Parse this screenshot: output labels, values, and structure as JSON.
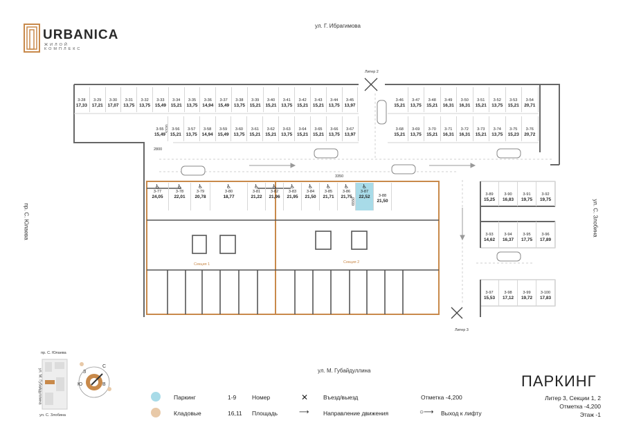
{
  "brand": {
    "name": "URBANICA",
    "subtitle": "ЖИЛОЙ КОМПЛЕКС"
  },
  "streets": {
    "top": "ул. Г. Ибрагимова",
    "bottom": "ул. М. Губайдуллина",
    "left": "пр. С. Юлаева",
    "right": "ул. С. Злобина"
  },
  "liter_top": "Литер 2",
  "liter_bottom": "Литер 3",
  "dims": {
    "d2800": "2800",
    "d3350": "3350",
    "d5320": "5320",
    "d6550": "6550"
  },
  "sections": {
    "s1": "Секция 1",
    "s2": "Секция 2"
  },
  "stalls_top": [
    {
      "n": "3-28",
      "a": "17,33"
    },
    {
      "n": "3-29",
      "a": "17,21"
    },
    {
      "n": "3-30",
      "a": "17,07"
    },
    {
      "n": "3-31",
      "a": "13,75"
    },
    {
      "n": "3-32",
      "a": "13,75"
    },
    {
      "n": "3-33",
      "a": "15,49"
    },
    {
      "n": "3-34",
      "a": "15,21"
    },
    {
      "n": "3-35",
      "a": "13,75"
    },
    {
      "n": "3-36",
      "a": "14,94"
    },
    {
      "n": "3-37",
      "a": "15,49"
    },
    {
      "n": "3-38",
      "a": "13,75"
    },
    {
      "n": "3-39",
      "a": "15,21"
    },
    {
      "n": "3-40",
      "a": "15,21"
    },
    {
      "n": "3-41",
      "a": "13,75"
    },
    {
      "n": "3-42",
      "a": "15,21"
    },
    {
      "n": "3-43",
      "a": "15,21"
    },
    {
      "n": "3-44",
      "a": "13,75"
    },
    {
      "n": "3-45",
      "a": "13,97"
    }
  ],
  "stalls_top2": [
    {
      "n": "3-55",
      "a": "15,49"
    },
    {
      "n": "3-56",
      "a": "15,21"
    },
    {
      "n": "3-57",
      "a": "13,75"
    },
    {
      "n": "3-58",
      "a": "14,94"
    },
    {
      "n": "3-59",
      "a": "15,49"
    },
    {
      "n": "3-60",
      "a": "13,75"
    },
    {
      "n": "3-61",
      "a": "15,21"
    },
    {
      "n": "3-62",
      "a": "15,21"
    },
    {
      "n": "3-63",
      "a": "13,75"
    },
    {
      "n": "3-64",
      "a": "15,21"
    },
    {
      "n": "3-65",
      "a": "15,21"
    },
    {
      "n": "3-66",
      "a": "13,75"
    },
    {
      "n": "3-67",
      "a": "13,97"
    }
  ],
  "stalls_right1": [
    {
      "n": "3-46",
      "a": "15,21"
    },
    {
      "n": "3-47",
      "a": "13,75"
    },
    {
      "n": "3-48",
      "a": "15,21"
    },
    {
      "n": "3-49",
      "a": "16,31"
    },
    {
      "n": "3-50",
      "a": "16,31"
    },
    {
      "n": "3-51",
      "a": "15,21"
    },
    {
      "n": "3-52",
      "a": "13,75"
    },
    {
      "n": "3-53",
      "a": "15,21"
    },
    {
      "n": "3-54",
      "a": "20,71"
    }
  ],
  "stalls_right2": [
    {
      "n": "3-68",
      "a": "15,21"
    },
    {
      "n": "3-69",
      "a": "13,75"
    },
    {
      "n": "3-70",
      "a": "15,21"
    },
    {
      "n": "3-71",
      "a": "16,31"
    },
    {
      "n": "3-72",
      "a": "16,31"
    },
    {
      "n": "3-73",
      "a": "15,21"
    },
    {
      "n": "3-74",
      "a": "13,75"
    },
    {
      "n": "3-75",
      "a": "15,23"
    },
    {
      "n": "3-76",
      "a": "20,72"
    }
  ],
  "stalls_mid": [
    {
      "n": "3-77",
      "a": "24,05",
      "wc": true
    },
    {
      "n": "3-78",
      "a": "22,01",
      "wc": true
    },
    {
      "n": "3-79",
      "a": "20,78",
      "wc": true
    },
    {
      "n": "3-80",
      "a": "18,77",
      "wc": true
    },
    {
      "n": "3-81",
      "a": "21,22",
      "wc": true
    },
    {
      "n": "3-82",
      "a": "21,96",
      "wc": true
    },
    {
      "n": "3-83",
      "a": "21,95",
      "wc": true
    },
    {
      "n": "3-84",
      "a": "21,50",
      "wc": true
    },
    {
      "n": "3-85",
      "a": "21,71",
      "wc": true
    },
    {
      "n": "3-86",
      "a": "21,75",
      "wc": true
    },
    {
      "n": "3-87",
      "a": "22,52",
      "wc": true,
      "sel": true
    },
    {
      "n": "3-88",
      "a": "21,50",
      "wc": false
    }
  ],
  "stalls_block_a": [
    {
      "n": "3-89",
      "a": "15,25"
    },
    {
      "n": "3-90",
      "a": "16,83"
    },
    {
      "n": "3-91",
      "a": "19,75"
    },
    {
      "n": "3-92",
      "a": "19,75"
    }
  ],
  "stalls_block_b": [
    {
      "n": "3-93",
      "a": "14,62"
    },
    {
      "n": "3-94",
      "a": "16,37"
    },
    {
      "n": "3-95",
      "a": "17,75"
    },
    {
      "n": "3-96",
      "a": "17,89"
    }
  ],
  "stalls_block_c": [
    {
      "n": "3-97",
      "a": "15,53"
    },
    {
      "n": "3-98",
      "a": "17,12"
    },
    {
      "n": "3-99",
      "a": "19,72"
    },
    {
      "n": "3-100",
      "a": "17,83"
    }
  ],
  "minimap": {
    "left": "пр. С. Юлаева",
    "right": "ул. М. Губайдуллина",
    "bottom": "ул. С. Злобина"
  },
  "compass": {
    "n": "С",
    "s": "Ю",
    "w": "З",
    "e": "В"
  },
  "legend": {
    "parking": "Паркинг",
    "storage": "Кладовые",
    "num_example": "1-9",
    "num_label": "Номер",
    "area_example": "16,11",
    "area_label": "Площадь",
    "entry": "Въезд/выезд",
    "direction": "Направление движения",
    "mark": "Отметка -4,200",
    "lift": "Выход к лифту"
  },
  "info": {
    "title": "ПАРКИНГ",
    "line1": "Литер 3, Секции 1, 2",
    "line2": "Отметка -4,200",
    "line3": "Этаж -1"
  },
  "colors": {
    "parking": "#a8dbe8",
    "storage": "#e8c9a8",
    "section": "#c8894a",
    "wall": "#555555"
  }
}
